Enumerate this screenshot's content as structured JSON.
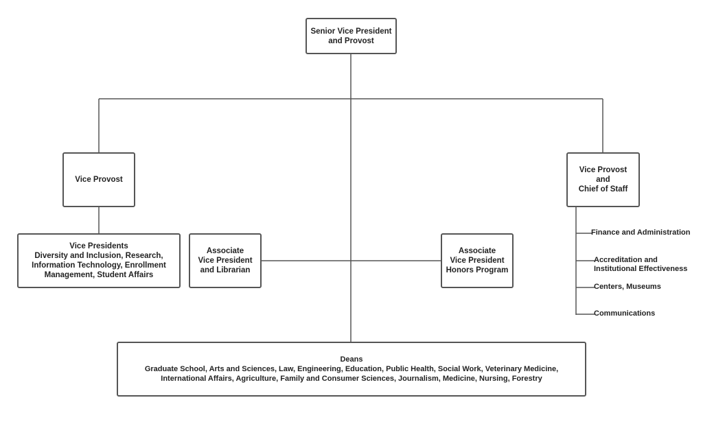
{
  "nodes": {
    "svp": {
      "lines": [
        "Senior Vice President",
        "and Provost"
      ]
    },
    "vice_provost": {
      "lines": [
        "Vice Provost"
      ]
    },
    "vp_chief_of_staff": {
      "lines": [
        "Vice Provost",
        "and",
        "Chief of Staff"
      ]
    },
    "vice_presidents": {
      "lines": [
        "Vice Presidents",
        "Diversity and Inclusion, Research,",
        "Information Technology, Enrollment",
        "Management, Student Affairs"
      ]
    },
    "avp_librarian": {
      "lines": [
        "Associate",
        "Vice President",
        "and Librarian"
      ]
    },
    "avp_honors": {
      "lines": [
        "Associate",
        "Vice President",
        "Honors Program"
      ]
    },
    "deans": {
      "lines": [
        "Deans",
        "Graduate School, Arts and Sciences, Law, Engineering, Education, Public Health, Social Work, Veterinary Medicine,",
        "International Affairs, Agriculture, Family and Consumer Sciences, Journalism, Medicine, Nursing, Forestry"
      ]
    }
  },
  "chief_of_staff_units": [
    {
      "lines": [
        "Finance and Administration"
      ]
    },
    {
      "lines": [
        "Accreditation and",
        "Institutional Effectiveness"
      ]
    },
    {
      "lines": [
        "Centers, Museums"
      ]
    },
    {
      "lines": [
        "Communications"
      ]
    }
  ],
  "colors": {
    "line": "#555555",
    "text": "#222222",
    "background": "#ffffff"
  }
}
